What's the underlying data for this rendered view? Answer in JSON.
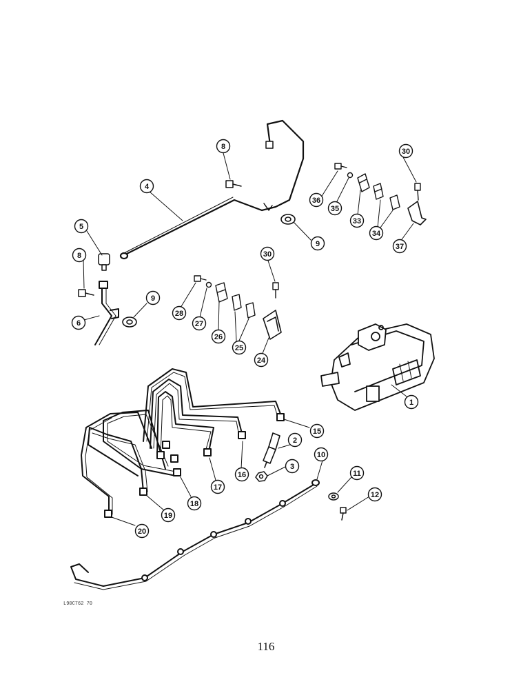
{
  "diagram": {
    "figure_code": "L90C762 70",
    "page_number": "116",
    "callouts": [
      "8",
      "4",
      "5",
      "8",
      "6",
      "9",
      "9",
      "30",
      "36",
      "35",
      "33",
      "34",
      "37",
      "30",
      "28",
      "27",
      "26",
      "25",
      "24",
      "1",
      "15",
      "2",
      "3",
      "16",
      "17",
      "18",
      "19",
      "20",
      "10",
      "11",
      "12"
    ]
  }
}
